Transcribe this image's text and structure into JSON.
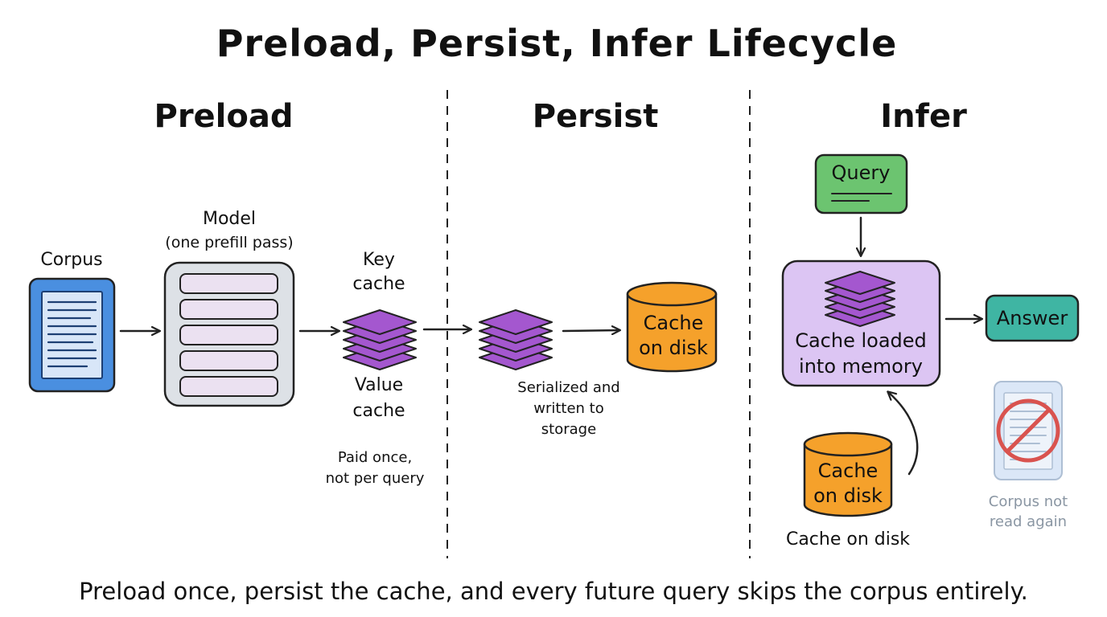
{
  "title": "Preload, Persist, Infer Lifecycle",
  "sections": {
    "preload": "Preload",
    "persist": "Persist",
    "infer": "Infer"
  },
  "preload": {
    "corpus_label": "Corpus",
    "model_label_1": "Model",
    "model_label_2": "(one prefill pass)",
    "key_cache_1": "Key",
    "key_cache_2": "cache",
    "value_cache_1": "Value",
    "value_cache_2": "cache",
    "note_1": "Paid once,",
    "note_2": "not per query"
  },
  "persist": {
    "disk_label_1": "Cache",
    "disk_label_2": "on disk",
    "note_1": "Serialized and",
    "note_2": "written to",
    "note_3": "storage"
  },
  "infer": {
    "query_label": "Query",
    "memory_label_1": "Cache loaded",
    "memory_label_2": "into memory",
    "answer_label": "Answer",
    "disk_label_1": "Cache",
    "disk_label_2": "on disk",
    "disk_caption": "Cache on disk",
    "corpus_note_1": "Corpus not",
    "corpus_note_2": "read again"
  },
  "footer": "Preload once, persist the cache, and every future query skips the corpus entirely.",
  "colors": {
    "corpus_blue": "#4a8fe0",
    "model_gray": "#dde1e6",
    "layer_fill": "#ebe1f1",
    "cache_purple": "#a457cf",
    "disk_orange": "#f5a12b",
    "query_green": "#6cc470",
    "memory_lilac": "#dcc5f3",
    "answer_teal": "#3fb5a3",
    "faded_doc": "#dbe7f7",
    "prohibit_red": "#d9534f"
  }
}
